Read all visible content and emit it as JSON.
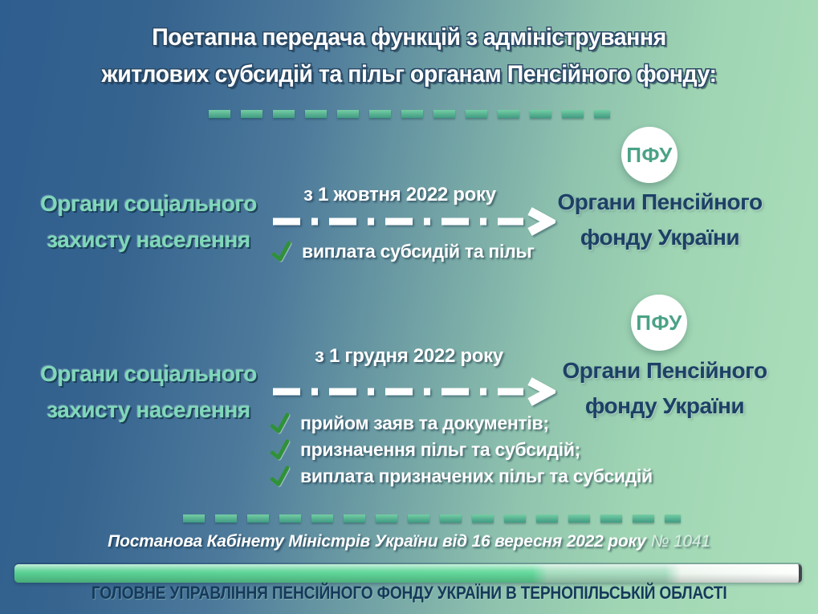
{
  "title": {
    "line1": "Поетапна передача функцій з адміністрування",
    "line2": "житлових субсидій та пільг органам Пенсійного фонду:"
  },
  "rows": [
    {
      "source": {
        "line1": "Органи соціального",
        "line2": "захисту населення"
      },
      "date": "з 1 жовтня 2022 року",
      "items": [
        "виплата субсидій та пільг"
      ],
      "badge": "ПФУ",
      "target": {
        "line1": "Органи Пенсійного",
        "line2": "фонду України"
      }
    },
    {
      "source": {
        "line1": "Органи соціального",
        "line2": "захисту населення"
      },
      "date": "з 1 грудня 2022 року",
      "items": [
        "прийом заяв та документів;",
        "призначення пільг та субсидій;",
        "виплата призначених пільг та субсидій"
      ],
      "badge": "ПФУ",
      "target": {
        "line1": "Органи Пенсійного",
        "line2": "фонду України"
      }
    }
  ],
  "footer": {
    "decree_text": "Постанова Кабінету Міністрів України від 16 вересня 2022 року",
    "decree_number": "№ 1041",
    "organization": "ГОЛОВНЕ УПРАВЛІННЯ ПЕНСІЙНОГО ФОНДУ УКРАЇНИ В ТЕРНОПІЛЬСЬКІЙ ОБЛАСТІ"
  },
  "colors": {
    "background_left": "#2e5d8f",
    "background_right": "#abdeba",
    "separator_teal": "#4fae9a",
    "source_mint_text": "#80d8ba",
    "target_navy_text": "#1c4166",
    "check_green": "#2f9138",
    "badge_text_green": "#4ba287",
    "bar_green": "#5fd69a",
    "footer_navy": "#16395a"
  }
}
